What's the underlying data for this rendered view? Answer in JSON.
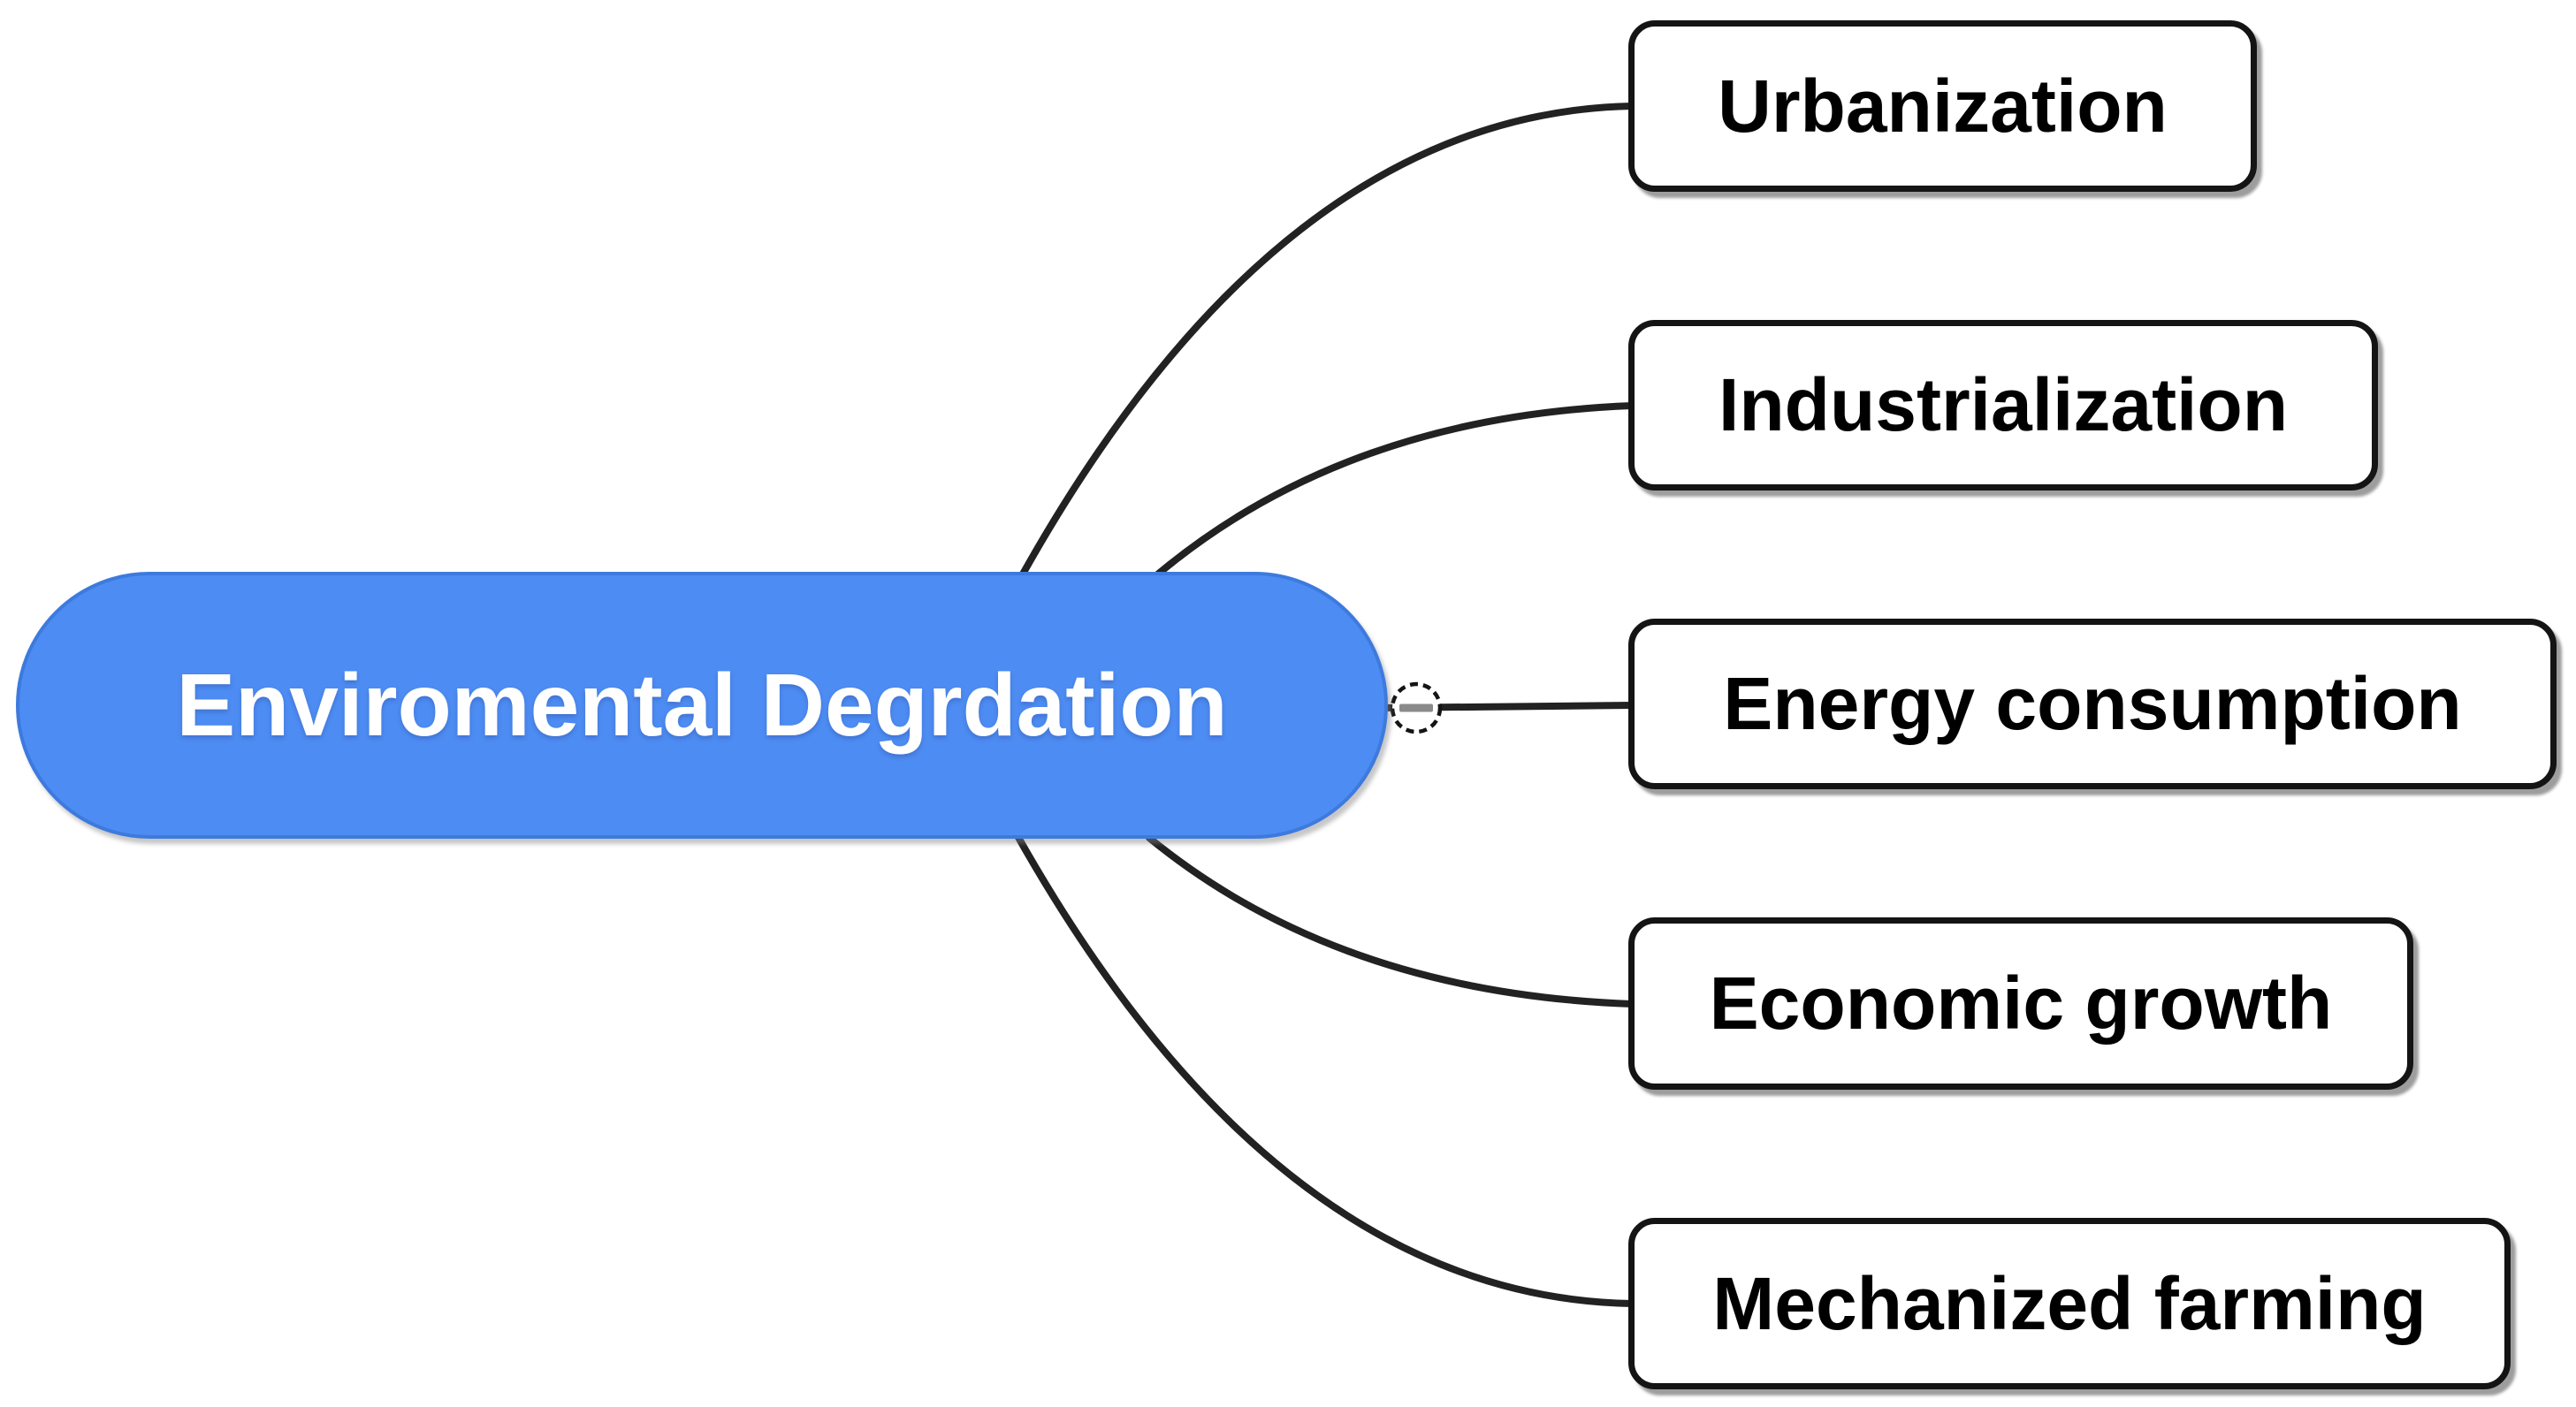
{
  "diagram": {
    "type": "mindmap",
    "root": {
      "label": "Enviromental Degrdation"
    },
    "children": [
      {
        "label": "Urbanization"
      },
      {
        "label": "Industrialization"
      },
      {
        "label": "Energy consumption"
      },
      {
        "label": "Economic growth"
      },
      {
        "label": "Mechanized farming"
      }
    ],
    "toggle": {
      "state": "expanded",
      "symbol": "−"
    },
    "colors": {
      "root_fill": "#4d8cf2",
      "root_border": "#3d7ade",
      "root_text": "#ffffff",
      "child_fill": "#ffffff",
      "child_border": "#141414",
      "child_text": "#000000",
      "connector": "#222222",
      "shadow": "#9d9d9d",
      "toggle_minus": "#8a8a8a",
      "background": "#ffffff"
    }
  }
}
